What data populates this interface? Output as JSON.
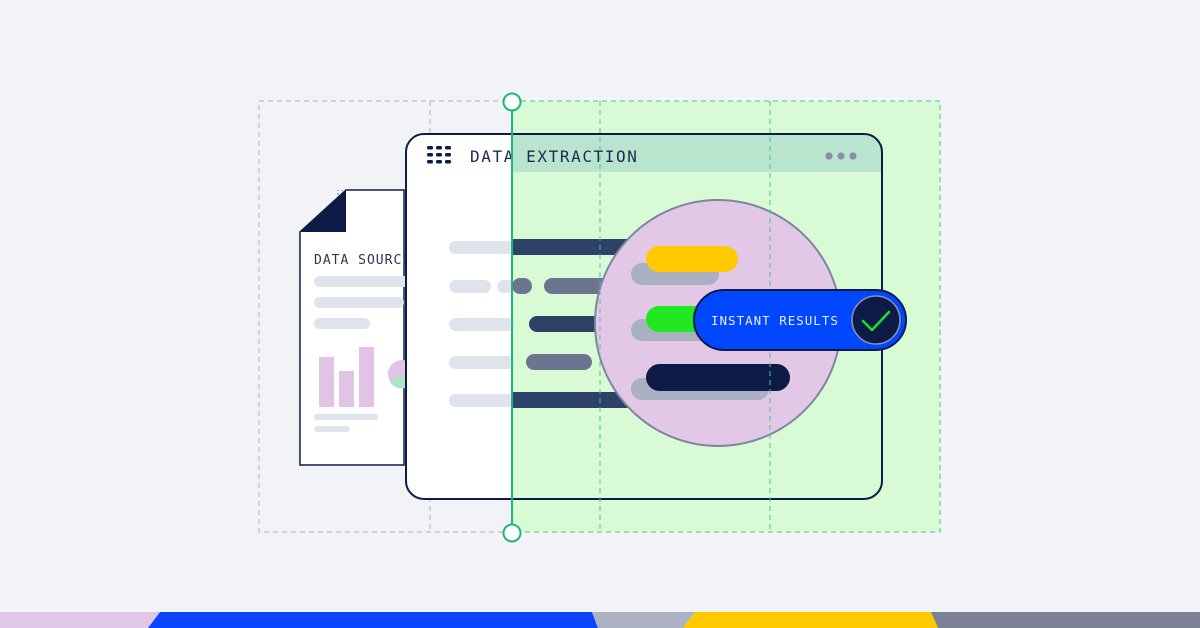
{
  "window": {
    "title": "DATA EXTRACTION"
  },
  "source_document": {
    "label": "DATA SOURCE"
  },
  "badge": {
    "label": "INSTANT RESULTS",
    "icon": "checkmark-icon"
  },
  "colors": {
    "background": "#f2f3f6",
    "navy": "#0d1b46",
    "green_area": "#d8fbd6",
    "title_bar": "#b9e4cd",
    "scan_line": "#1ab87a",
    "lens": "#e2c8e6",
    "badge_blue": "#0047ff",
    "check": "#18e02a",
    "yellow_pill": "#ffcb00",
    "green_pill": "#21e821",
    "bar_pink": "#e1c3e6"
  },
  "footer_stripes": [
    "#e2c6e8",
    "#0b45ff",
    "#aab2c3",
    "#ffca00",
    "#7b8296"
  ]
}
